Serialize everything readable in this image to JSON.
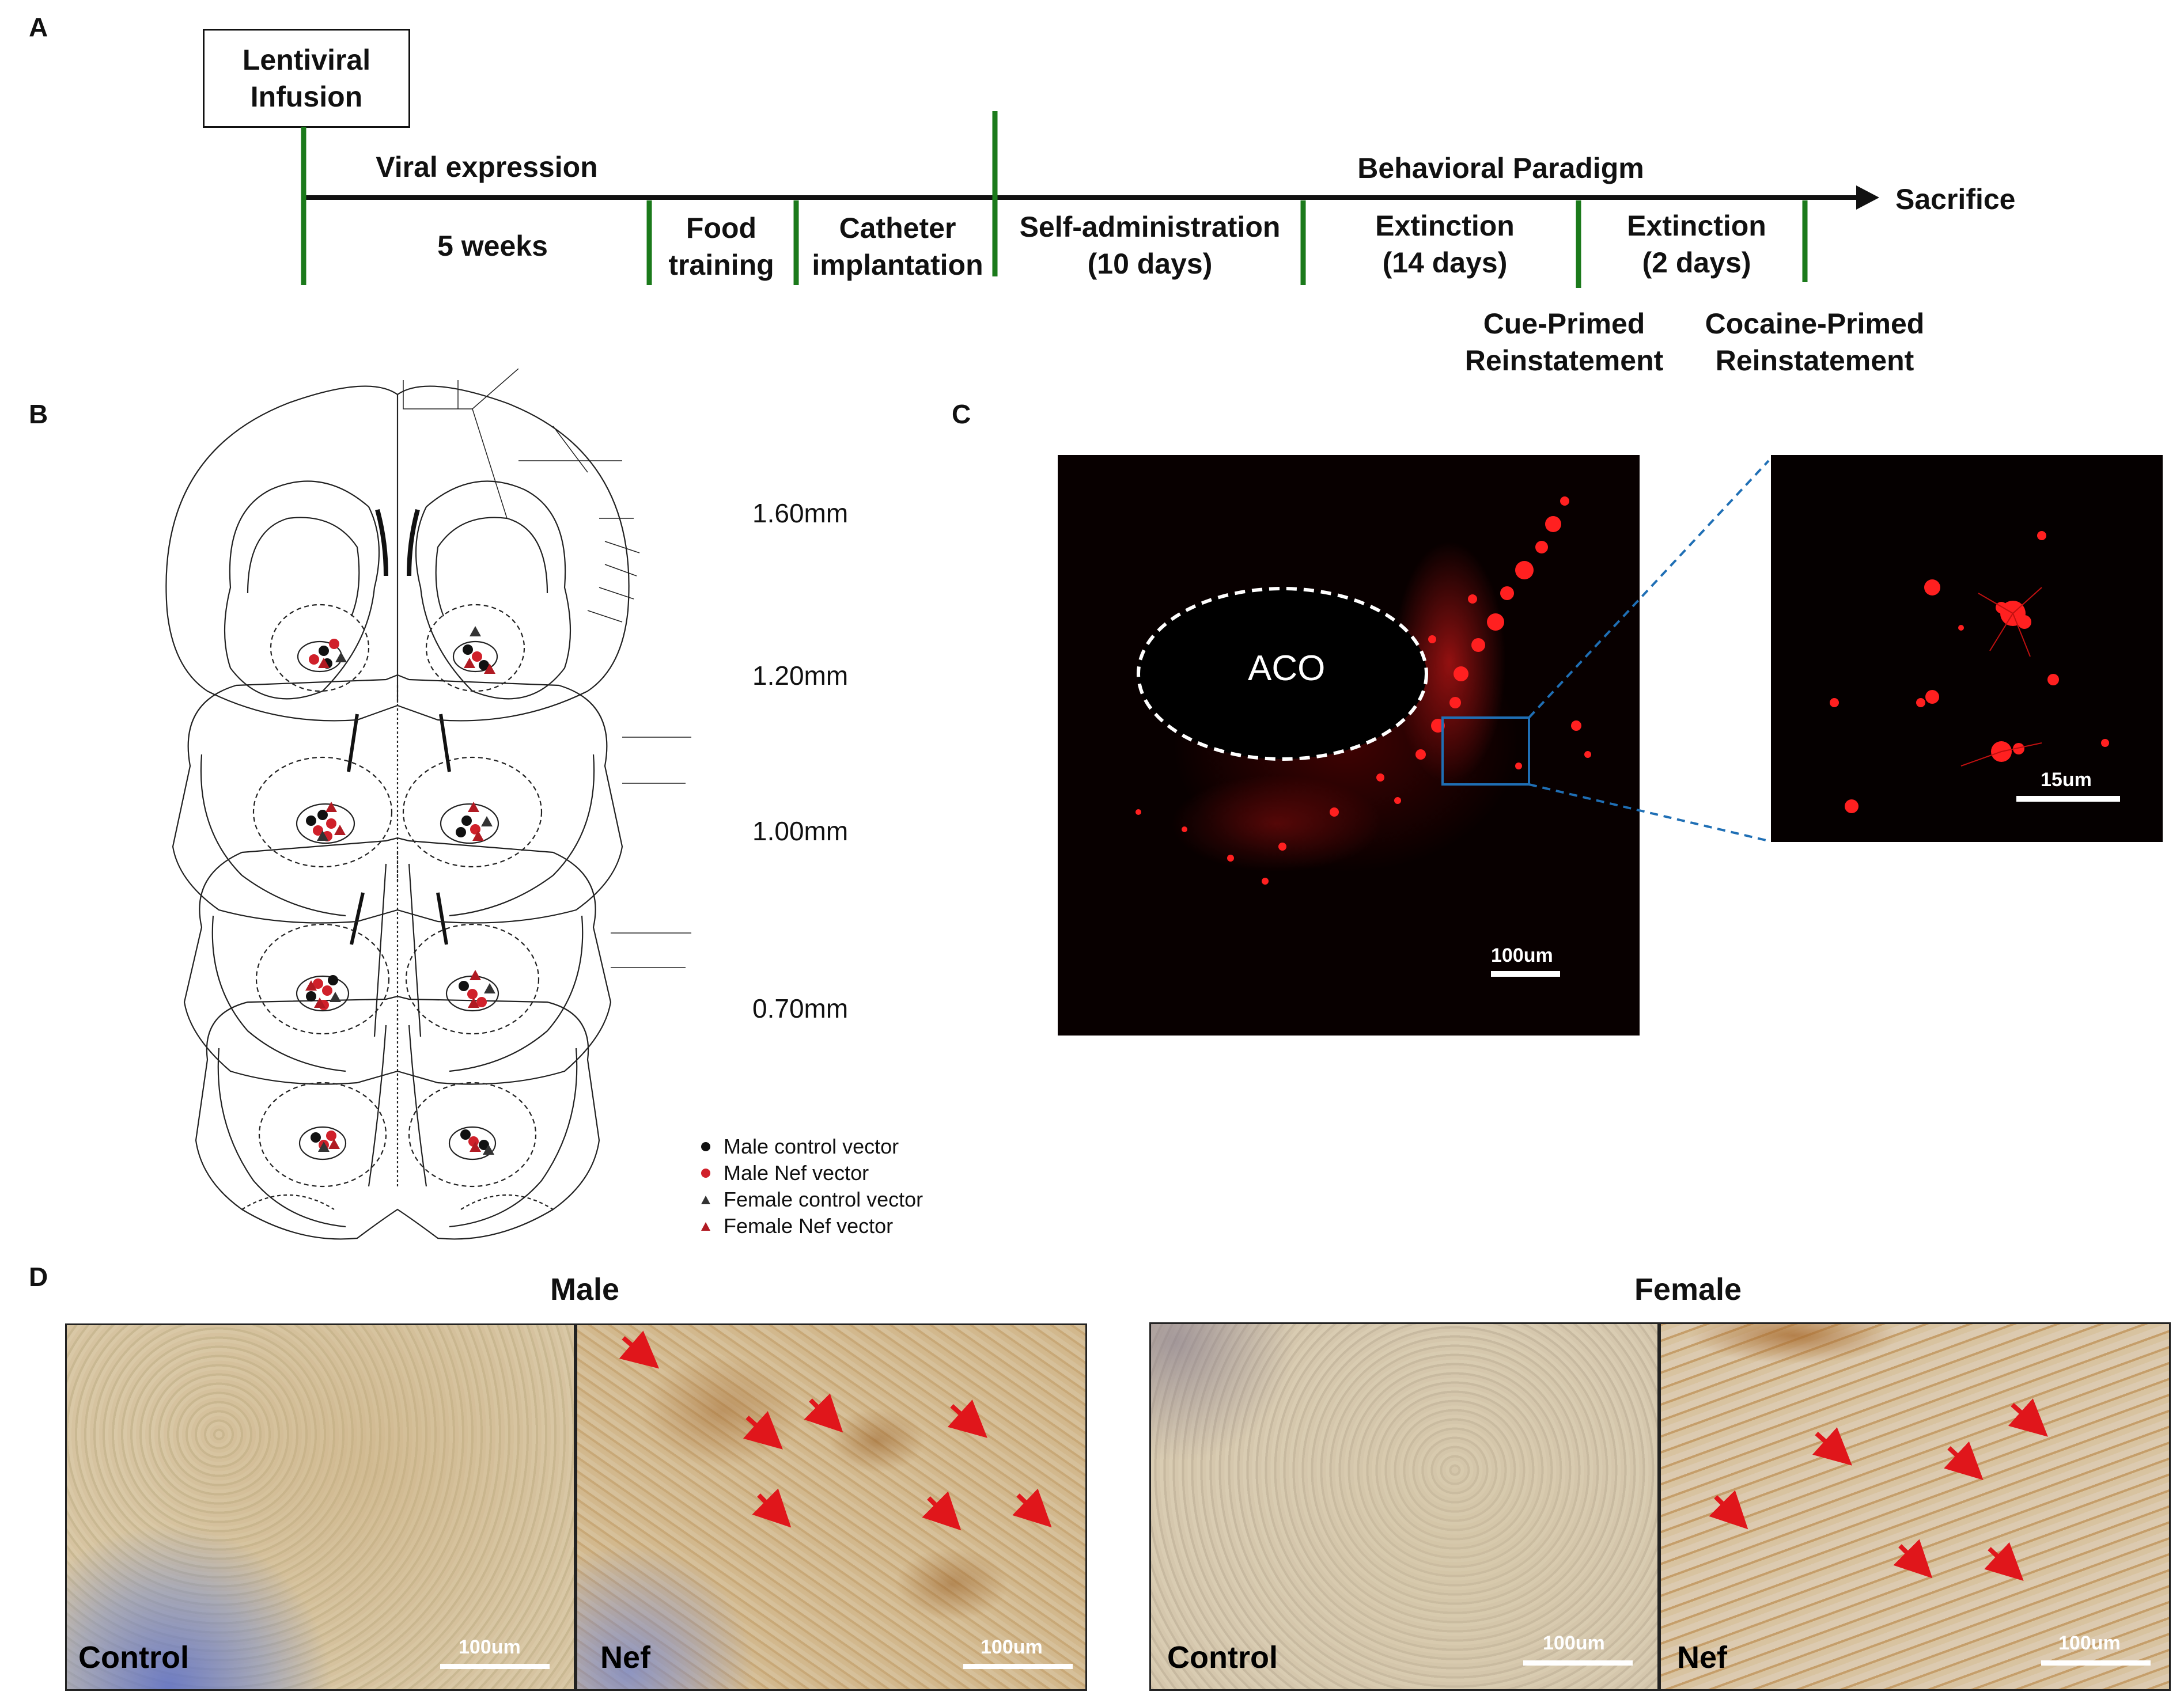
{
  "panels": {
    "a": "A",
    "b": "B",
    "c": "C",
    "d": "D"
  },
  "timeline": {
    "infusion_box": "Lentiviral Infusion",
    "viral_expression": "Viral expression",
    "behavioral_paradigm": "Behavioral Paradigm",
    "sacrifice": "Sacrifice",
    "segments": [
      "5 weeks",
      "Food training",
      "Catheter implantation",
      "Self-administration (10 days)",
      "Extinction (14 days)",
      "Extinction (2 days)"
    ],
    "reinstatement": [
      "Cue-Primed Reinstatement",
      "Cocaine-Primed Reinstatement"
    ],
    "tick_color": "#1b7a1b"
  },
  "atlas": {
    "levels": [
      "1.60mm",
      "1.20mm",
      "1.00mm",
      "0.70mm"
    ],
    "legend": [
      {
        "label": "Male control vector",
        "marker": "circle",
        "color": "#111111"
      },
      {
        "label": "Male Nef vector",
        "marker": "circle",
        "color": "#d0202a"
      },
      {
        "label": "Female control vector",
        "marker": "triangle",
        "color": "#333333"
      },
      {
        "label": "Female Nef vector",
        "marker": "triangle",
        "color": "#b01a22"
      }
    ]
  },
  "fluorescence": {
    "region_label": "ACO",
    "main_scale": "100um",
    "inset_scale": "15um",
    "signal_color": "#ff1a1a",
    "roi_color": "#1f6fb5"
  },
  "ihc": {
    "male_title": "Male",
    "female_title": "Female",
    "control_label": "Control",
    "nef_label": "Nef",
    "scale": "100um",
    "arrow_color": "#e0161b"
  }
}
